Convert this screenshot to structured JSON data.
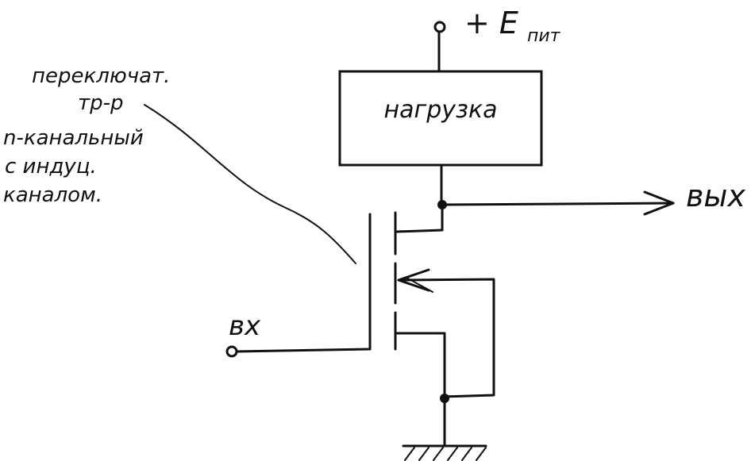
{
  "diagram": {
    "supply_label": "+ E",
    "supply_subscript": "пит",
    "load_label": "нагрузка",
    "output_label": "вых",
    "input_label": "вх",
    "annotation_lines": [
      "переключат.",
      "тр-р",
      "n-канальный",
      "с индуц.",
      "каналом."
    ]
  },
  "colors": {
    "ink": "#111111",
    "paper": "#ffffff"
  }
}
